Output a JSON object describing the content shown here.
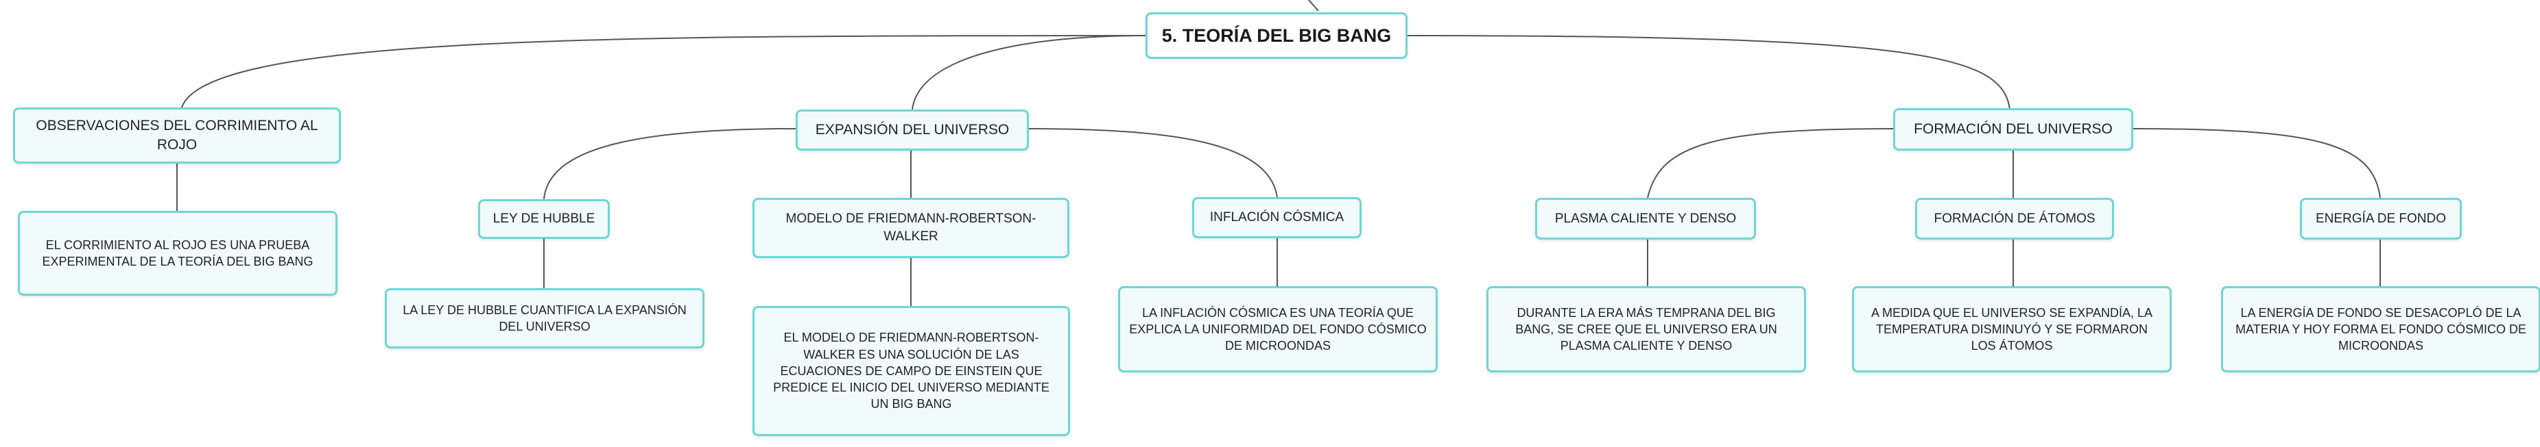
{
  "diagram": {
    "title": "5. TEORÍA DEL BIG BANG",
    "branches": [
      {
        "label": "OBSERVACIONES DEL CORRIMIENTO AL ROJO",
        "detail": "EL CORRIMIENTO AL ROJO ES UNA PRUEBA EXPERIMENTAL DE LA TEORÍA DEL BIG BANG"
      },
      {
        "label": "EXPANSIÓN DEL UNIVERSO",
        "children": [
          {
            "label": "LEY DE HUBBLE",
            "detail": "LA LEY DE HUBBLE CUANTIFICA LA EXPANSIÓN DEL UNIVERSO"
          },
          {
            "label": "MODELO DE FRIEDMANN-ROBERTSON-WALKER",
            "detail": "EL MODELO DE FRIEDMANN-ROBERTSON-WALKER ES UNA SOLUCIÓN DE LAS ECUACIONES DE CAMPO DE EINSTEIN QUE PREDICE EL INICIO DEL UNIVERSO MEDIANTE UN BIG BANG"
          },
          {
            "label": "INFLACIÓN CÓSMICA",
            "detail": "LA INFLACIÓN CÓSMICA ES UNA TEORÍA QUE EXPLICA LA UNIFORMIDAD DEL FONDO CÓSMICO DE MICROONDAS"
          }
        ]
      },
      {
        "label": "FORMACIÓN DEL UNIVERSO",
        "children": [
          {
            "label": "PLASMA CALIENTE Y DENSO",
            "detail": "DURANTE LA ERA MÁS TEMPRANA DEL BIG BANG, SE CREE QUE EL UNIVERSO ERA UN PLASMA CALIENTE Y DENSO"
          },
          {
            "label": "FORMACIÓN DE ÁTOMOS",
            "detail": "A MEDIDA QUE EL UNIVERSO SE EXPANDÍA, LA TEMPERATURA DISMINUYÓ Y SE FORMARON LOS ÁTOMOS"
          },
          {
            "label": "ENERGÍA DE FONDO",
            "detail": "LA ENERGÍA DE FONDO SE DESACOPLÓ DE LA MATERIA Y HOY FORMA EL FONDO CÓSMICO DE MICROONDAS"
          }
        ]
      }
    ]
  },
  "colors": {
    "node_border": "#6fd6d6",
    "node_fill": "#f1fbfb",
    "connector": "#555555",
    "text": "#222222"
  }
}
